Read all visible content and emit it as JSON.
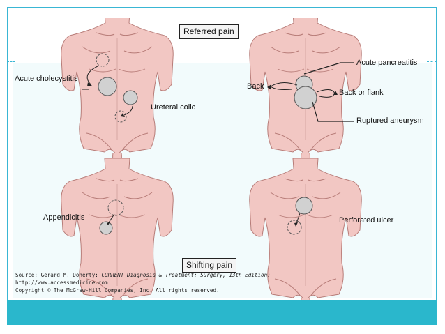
{
  "title_box": "Referred pain",
  "bottom_box": "Shifting pain",
  "panels": {
    "referred_left": {
      "labels": [
        "Acute cholecystitis",
        "Ureteral colic"
      ]
    },
    "referred_right": {
      "labels": [
        "Acute pancreatitis",
        "Back",
        "Back or flank",
        "Ruptured aneurysm"
      ]
    },
    "shifting_left": {
      "labels": [
        "Appendicitis"
      ]
    },
    "shifting_right": {
      "labels": [
        "Perforated ulcer"
      ]
    }
  },
  "source": {
    "line1_prefix": "Source: Gerard M. Doherty: ",
    "line1_title": "CURRENT Diagnosis & Treatment: Surgery, 13th Edition:",
    "line2": "http://www.accessmedicine.com",
    "line3": "Copyright © The McGraw-Hill Companies, Inc. All rights reserved."
  },
  "colors": {
    "accent": "#2ab7cc",
    "skin": "#f2c7c3",
    "skin_line": "#b77c78",
    "region": "#d1d1d1"
  }
}
